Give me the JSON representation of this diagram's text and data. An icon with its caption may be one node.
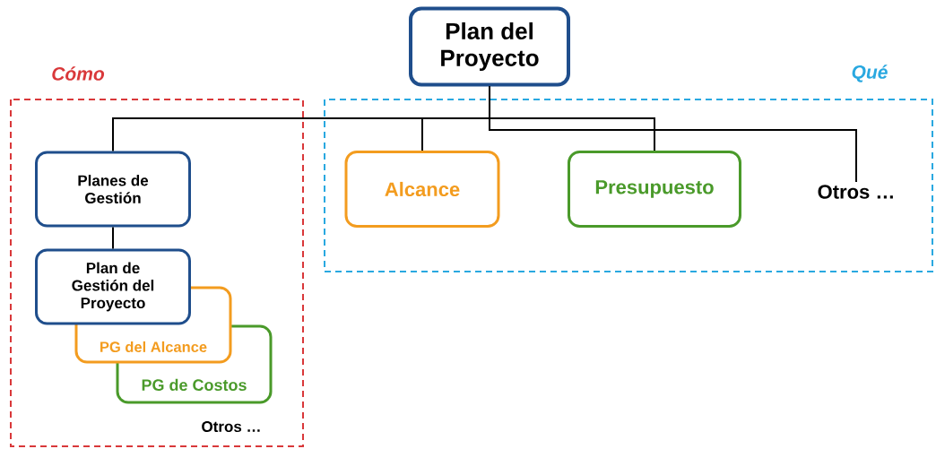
{
  "diagram": {
    "nodes": [
      {
        "text": [
          "Plan del Proyecto"
        ]
      },
      {
        "text": [
          "Cómo"
        ]
      },
      {
        "text": [
          "Qué"
        ]
      },
      {
        "text": [
          "Planes de Gestión"
        ],
        "in": 1
      },
      {
        "text": [
          "Plan de Gestión del Proyecto"
        ],
        "in": 1
      },
      {
        "text": [
          "PG del Alcance"
        ],
        "in": 1
      },
      {
        "text": [
          "PG de Costos"
        ],
        "in": 1
      },
      {
        "text": [
          "Alcance"
        ],
        "in": 2
      },
      {
        "text": [
          "Presupuesto"
        ],
        "in": 2
      },
      {
        "text": [
          "Otros …"
        ],
        "in": 2
      }
    ],
    "edges": [
      {
        "from": 0,
        "to": 3,
        "arrow": "none"
      },
      {
        "from": 0,
        "to": 7,
        "arrow": "none"
      },
      {
        "from": 0,
        "to": 8,
        "arrow": "none"
      },
      {
        "from": 0,
        "to": 9,
        "arrow": "none"
      },
      {
        "from": 3,
        "to": 4,
        "arrow": "none"
      }
    ],
    "labels": [
      "Otros …"
    ]
  }
}
